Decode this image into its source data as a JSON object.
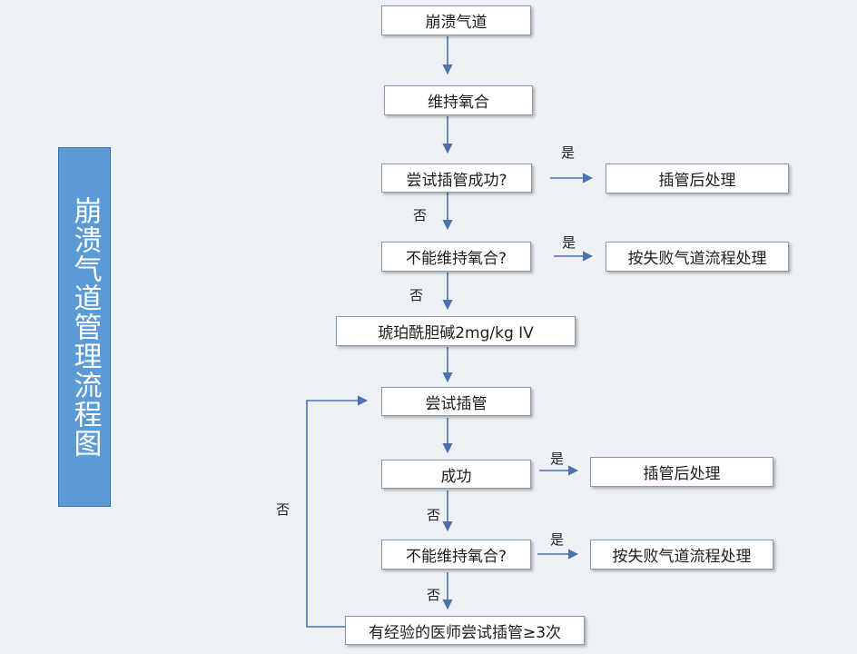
{
  "title": "崩溃气道管理流程图",
  "colors": {
    "arrow": "#4a72b0",
    "title_bg": "#5b9bd5",
    "box_border": "#8e9aab",
    "background": "#edf0f5"
  },
  "nodes": {
    "collapsed_airway": "崩溃气道",
    "maintain_oxygenation": "维持氧合",
    "try_intubation_success": "尝试插管成功?",
    "post_intubation_1": "插管后处理",
    "cannot_maintain_1": "不能维持氧合?",
    "failed_airway_1": "按失败气道流程处理",
    "succinylcholine": "琥珀酰胆碱2mg/kg IV",
    "try_intubation": "尝试插管",
    "success": "成功",
    "post_intubation_2": "插管后处理",
    "cannot_maintain_2": "不能维持氧合?",
    "failed_airway_2": "按失败气道流程处理",
    "experienced_attempts": "有经验的医师尝试插管≥3次"
  },
  "labels": {
    "yes_1": "是",
    "no_1": "否",
    "yes_2": "是",
    "no_2": "否",
    "yes_3": "是",
    "no_3": "否",
    "yes_4": "是",
    "no_4": "否",
    "loop_no": "否"
  }
}
